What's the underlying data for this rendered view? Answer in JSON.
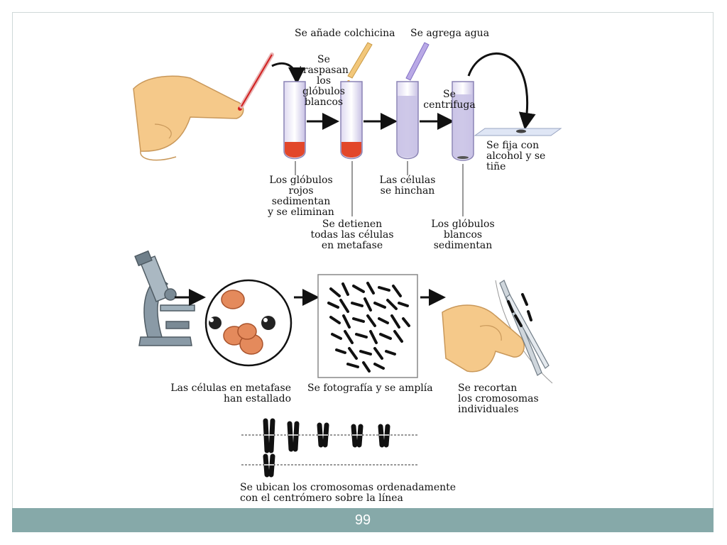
{
  "captions": {
    "colchicine_added": "Se añade colchicina",
    "water_added": "Se agrega agua",
    "white_cells_transferred": "Se\ntraspasan\nlos\nglóbulos\nblancos",
    "centrifuge": "Se\ncentrifuga",
    "fix_and_stain": "Se fija con\nalcohol y se tiñe",
    "red_cells_sediment": "Los glóbulos\nrojos sedimentan\ny se eliminan",
    "cells_swell": "Las células\nse hinchan",
    "cells_stop_metaphase": "Se detienen\ntodas las células\nen metafase",
    "white_cells_sediment": "Los glóbulos\nblancos\nsedimentan",
    "cells_burst": "Las células en metafase\nhan estallado",
    "photograph_enlarge": "Se fotografía y se amplía",
    "cut_chromosomes": "Se recortan\nlos cromosomas\nindividuales",
    "arrange_chromosomes": "Se ubican los cromosomas ordenadamente\ncon el centrómero sobre la línea"
  },
  "footer": {
    "page_number": "99"
  },
  "colors": {
    "skin": "#f5c98a",
    "tube_lilac": "#c9c2e6",
    "blood_red": "#e2472a",
    "cell_salmon": "#e48a5c",
    "microscope_gray": "#8a9aa6",
    "footer_bar": "#86a9a9"
  }
}
